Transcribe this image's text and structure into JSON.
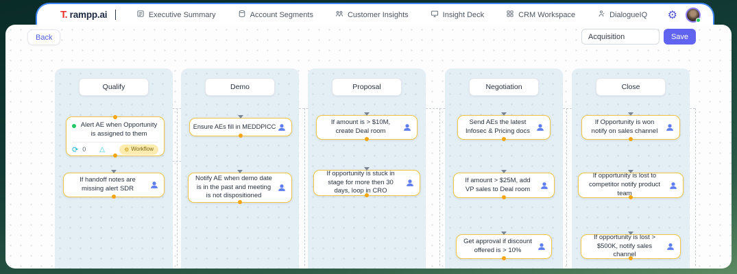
{
  "brand": {
    "mark": "T.",
    "name": "rampp.ai"
  },
  "nav": {
    "items": [
      "Executive Summary",
      "Account Segments",
      "Customer Insights",
      "Insight Deck",
      "CRM Workspace",
      "DialogueIQ"
    ]
  },
  "toolbar": {
    "back_label": "Back",
    "pipeline_value": "Acquisition",
    "save_label": "Save"
  },
  "board": {
    "columns": [
      {
        "stage": "Qualify",
        "cards": [
          {
            "text": "Alert AE when Opportunity is assigned to them",
            "has_status_dot": true,
            "footer": {
              "automation_count": "0",
              "badge_label": "Workflow"
            }
          },
          {
            "text": "If handoff notes are missing alert SDR",
            "icon": "agent"
          }
        ]
      },
      {
        "stage": "Demo",
        "cards": [
          {
            "text": "Ensure AEs fill in MEDDPICC",
            "icon": "agent"
          },
          {
            "text": "Notify AE when demo date is in the past and meeting is not dispositioned",
            "icon": "agent"
          }
        ]
      },
      {
        "stage": "Proposal",
        "cards": [
          {
            "text": "If amount is > $10M, create Deal room",
            "icon": "agent"
          },
          {
            "text": "If opportunity is stuck in stage for more then 30 days, loop in CRO",
            "icon": "agent"
          }
        ]
      },
      {
        "stage": "Negotiation",
        "cards": [
          {
            "text": "Send AEs the latest Infosec & Pricing docs",
            "icon": "agent"
          },
          {
            "text": "If amount > $25M, add VP sales to Deal room",
            "icon": "agent"
          },
          {
            "text": "Get approval if discount offered is > 10%",
            "icon": "agent"
          }
        ]
      },
      {
        "stage": "Close",
        "cards": [
          {
            "text": "If Opportunity is won notify on sales channel",
            "icon": "agent"
          },
          {
            "text": "If opportunity is lost to competitor notify product team",
            "icon": "agent"
          },
          {
            "text": "If opportunity is lost > $500K, notify sales channel",
            "icon": "agent"
          }
        ]
      }
    ]
  },
  "colors": {
    "accent_indigo": "#6163f1",
    "tab_outline": "#3f86f8",
    "card_border": "#f0c541",
    "connector_dot": "#f6a511",
    "status_green": "#23c865",
    "frame_teal": "#123a34",
    "column_bg": "#e3eef5"
  }
}
